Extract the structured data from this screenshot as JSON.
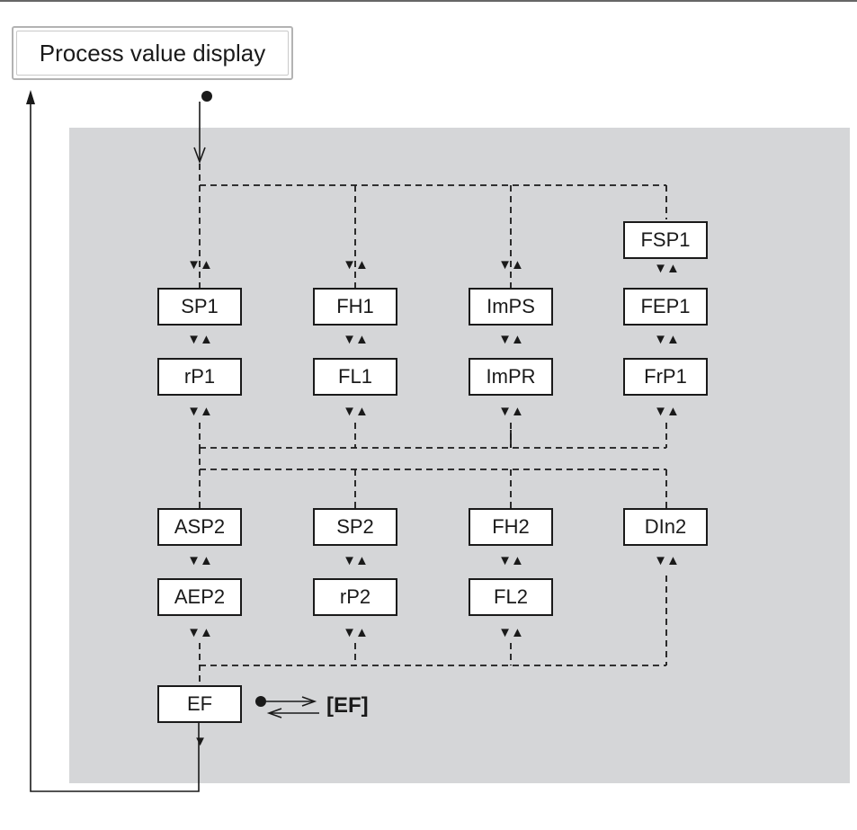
{
  "header": {
    "title": "Process value display"
  },
  "row1": [
    {
      "name": "sp1",
      "label": "SP1"
    },
    {
      "name": "fh1",
      "label": "FH1"
    },
    {
      "name": "imps",
      "label": "ImPS"
    },
    {
      "name": "fep1",
      "label": "FEP1"
    }
  ],
  "row1_top": {
    "name": "fsp1",
    "label": "FSP1"
  },
  "row2": [
    {
      "name": "rp1",
      "label": "rP1"
    },
    {
      "name": "fl1",
      "label": "FL1"
    },
    {
      "name": "impr",
      "label": "ImPR"
    },
    {
      "name": "frp1",
      "label": "FrP1"
    }
  ],
  "row3": [
    {
      "name": "asp2",
      "label": "ASP2"
    },
    {
      "name": "sp2",
      "label": "SP2"
    },
    {
      "name": "fh2",
      "label": "FH2"
    },
    {
      "name": "din2",
      "label": "DIn2"
    }
  ],
  "row4": [
    {
      "name": "aep2",
      "label": "AEP2"
    },
    {
      "name": "rp2",
      "label": "rP2"
    },
    {
      "name": "fl2",
      "label": "FL2"
    }
  ],
  "ef": {
    "box": "EF",
    "external": "[EF]"
  },
  "nav_symbols": {
    "both": "▼▲",
    "down": "▼"
  }
}
